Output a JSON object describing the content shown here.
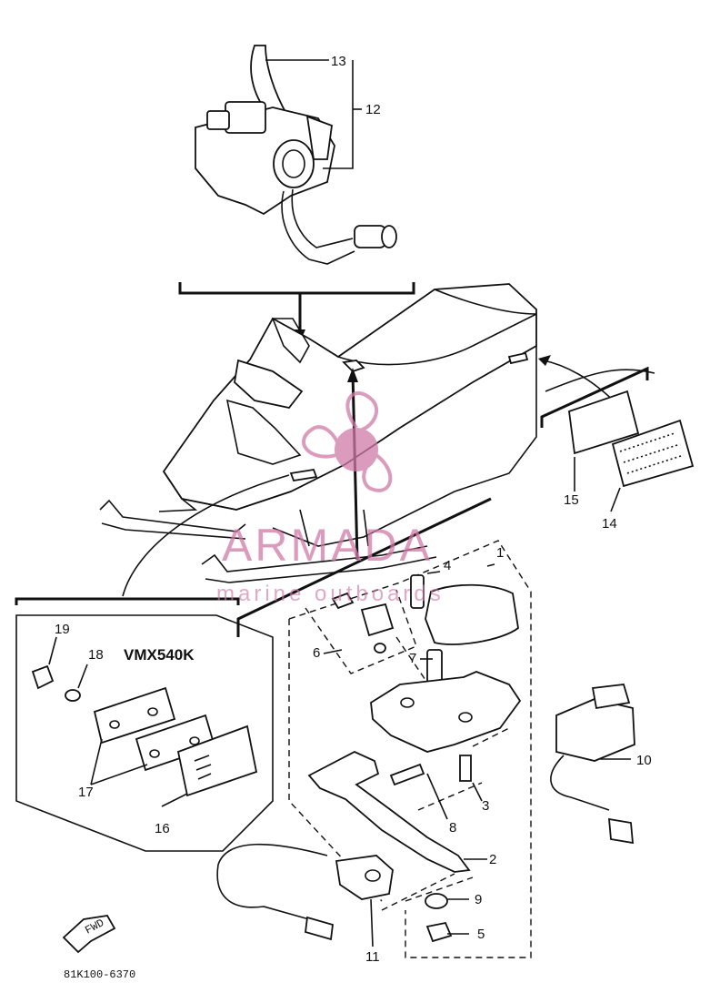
{
  "diagram": {
    "model_label": "VMX540K",
    "drawing_code": "81K100-6370",
    "fwd_marker": "FWD",
    "part_numbers": [
      "1",
      "2",
      "3",
      "4",
      "5",
      "6",
      "7",
      "8",
      "9",
      "10",
      "11",
      "12",
      "13",
      "14",
      "15",
      "16",
      "17",
      "18",
      "19"
    ]
  },
  "watermark": {
    "brand": "ARMADA",
    "tagline": "marine outboards",
    "color": "#d07aa6"
  }
}
